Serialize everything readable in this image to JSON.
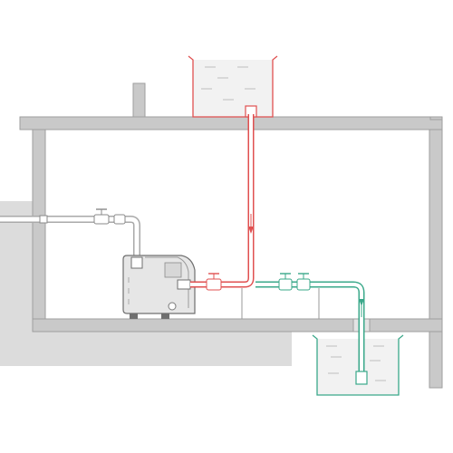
{
  "diagram": {
    "title": "",
    "colors": {
      "background": "#ffffff",
      "structure_fill": "#c9c9c9",
      "structure_stroke": "#9e9e9e",
      "outdoor_fill": "#dcdcdc",
      "water_fill": "#f2f2f2",
      "pump_fill": "#e6e6e6",
      "pump_stroke": "#6f6f6f",
      "supply_pipe": "#e05050",
      "suction_pipe": "#3aa88a",
      "intake_pipe": "#a9a9a9"
    },
    "components": {
      "upper_tank": "storage-tank",
      "lower_tank": "source-tank",
      "pump": "booster-pump",
      "flow_indicators": [
        "arrow-down-icon",
        "arrow-up-icon"
      ]
    }
  }
}
